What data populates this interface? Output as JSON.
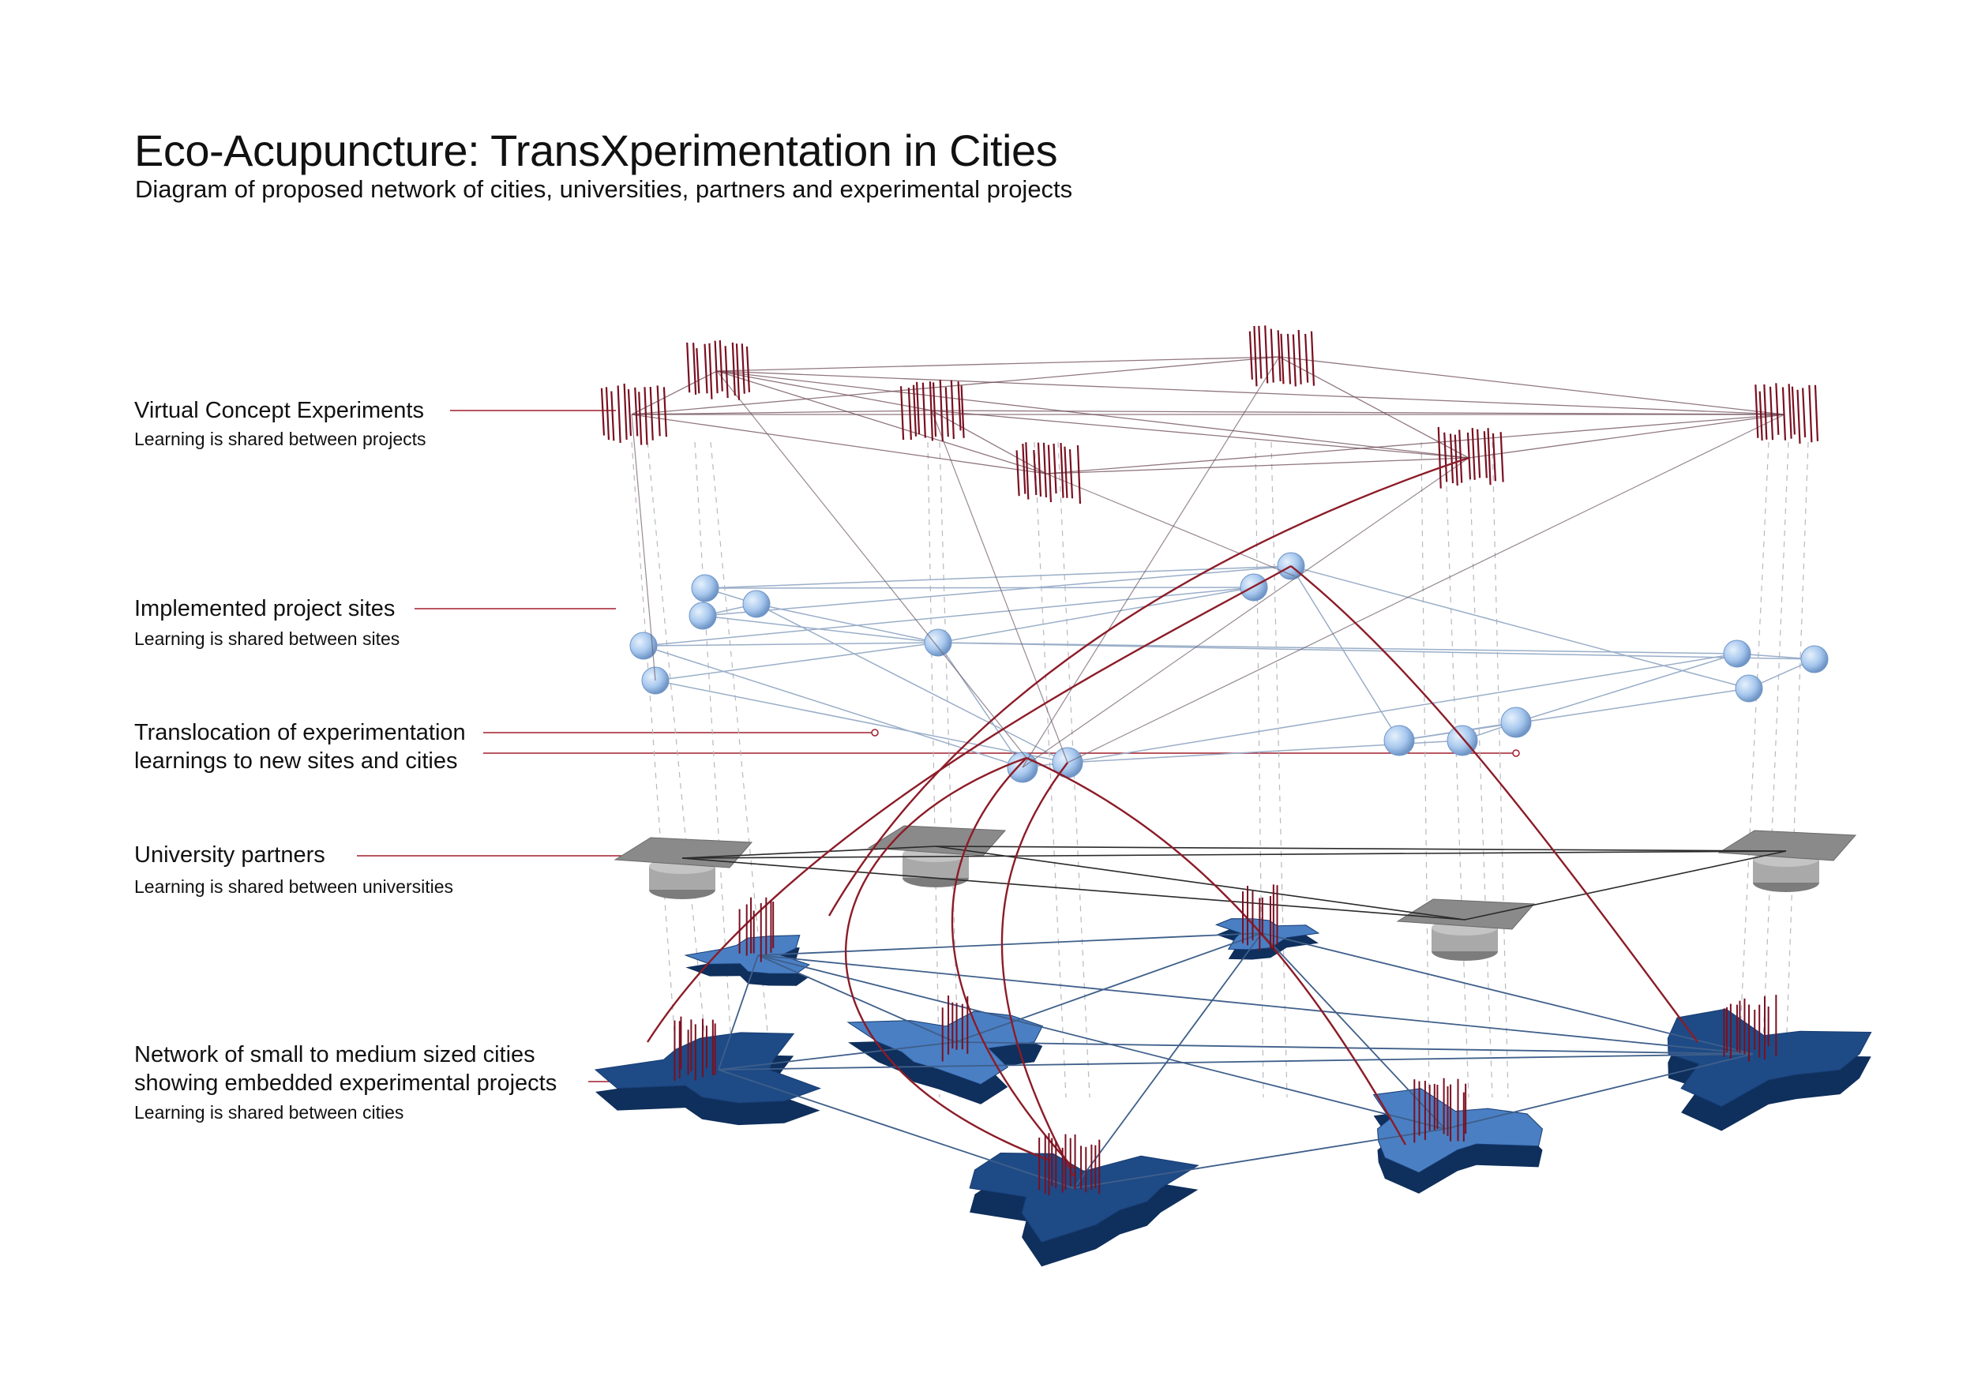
{
  "title": "Eco-Acupuncture: TransXperimentation in Cities",
  "subtitle": "Diagram of proposed network of cities, universities, partners and experimental projects",
  "layers": {
    "virtual": {
      "label": "Virtual Concept Experiments",
      "sub": "Learning is shared between projects"
    },
    "sites": {
      "label": "Implemented project sites",
      "sub": "Learning is shared between sites"
    },
    "translocation": {
      "line1": "Translocation of experimentation",
      "line2": "learnings to new sites and cities"
    },
    "universities": {
      "label": "University partners",
      "sub": "Learning is shared between universities"
    },
    "cities": {
      "line1": "Network of small to medium sized cities",
      "line2": "showing  embedded experimental projects",
      "sub": "Learning is shared between cities"
    }
  },
  "colors": {
    "leader": "#a01e2c",
    "experiment": "#7a1020",
    "site_sphere": "#a8c8ee",
    "site_line": "#9aaec8",
    "university": "#8a8a8a",
    "city_dark": "#1e4a86",
    "city_light": "#4a7fc4",
    "city_line": "#3f5f8a",
    "translocation": "#8c1c28"
  }
}
